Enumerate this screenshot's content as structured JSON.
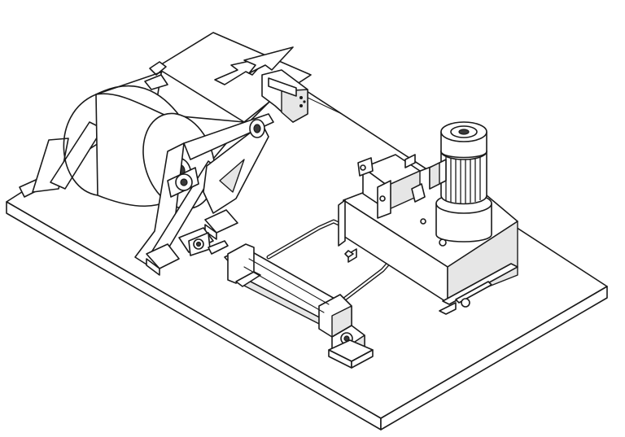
{
  "drawing": {
    "components": [
      {
        "id": "base-plate"
      },
      {
        "id": "roll"
      },
      {
        "id": "roll-stand"
      },
      {
        "id": "web-sheet"
      },
      {
        "id": "web-direction-arrow"
      },
      {
        "id": "edge-sensor"
      },
      {
        "id": "hydraulic-cylinder"
      },
      {
        "id": "hydraulic-power-unit"
      },
      {
        "id": "electric-motor"
      },
      {
        "id": "servo-valve"
      },
      {
        "id": "hydraulic-hoses"
      }
    ],
    "colors": {
      "line": "#1a1a1a",
      "background": "#ffffff",
      "shade": "#e6e6e6"
    }
  }
}
